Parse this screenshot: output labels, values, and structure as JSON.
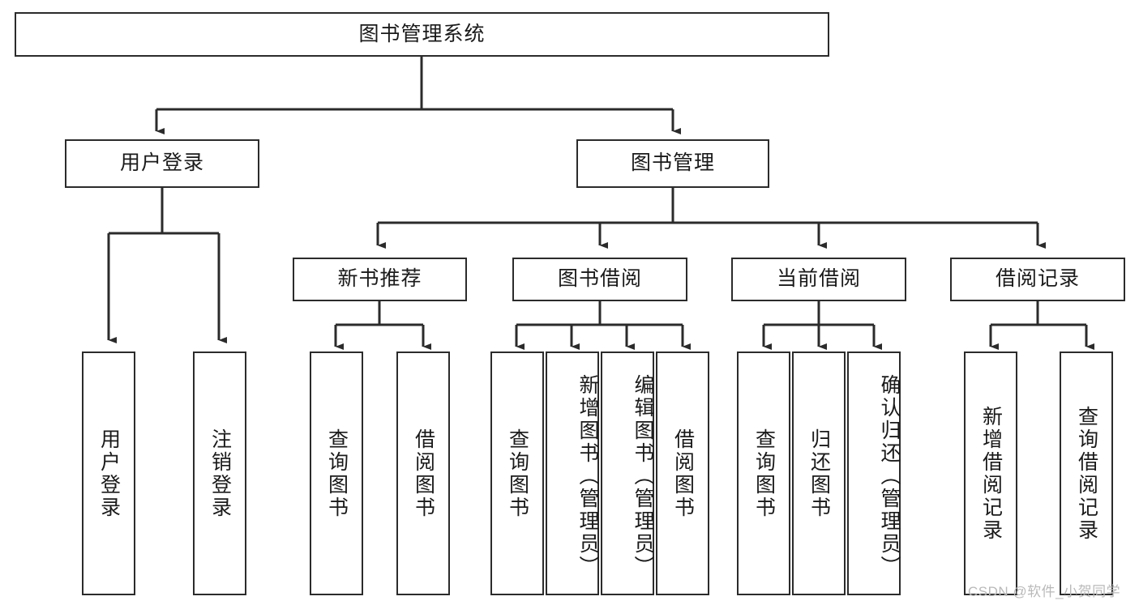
{
  "diagram": {
    "title": "图书管理系统",
    "type": "tree",
    "watermark": "CSDN @软件_小贺同学",
    "colors": {
      "stroke": "#2b2b2b",
      "fill": "#ffffff",
      "text": "#1a1a1a",
      "watermark": "#b9b9b9"
    },
    "levels": {
      "root": {
        "label": "图书管理系统"
      },
      "level1": [
        {
          "label": "用户登录"
        },
        {
          "label": "图书管理"
        }
      ],
      "level2": [
        {
          "label": "新书推荐"
        },
        {
          "label": "图书借阅"
        },
        {
          "label": "当前借阅"
        },
        {
          "label": "借阅记录"
        }
      ]
    },
    "leaves": {
      "user_login": [
        {
          "label": "用户登录"
        },
        {
          "label": "注销登录"
        }
      ],
      "new_book_recommend": [
        {
          "label": "查询图书"
        },
        {
          "label": "借阅图书"
        }
      ],
      "book_borrow": [
        {
          "label": "查询图书"
        },
        {
          "label": "新增图书（管理员）"
        },
        {
          "label": "编辑图书（管理员）"
        },
        {
          "label": "借阅图书"
        }
      ],
      "current_borrow": [
        {
          "label": "查询图书"
        },
        {
          "label": "归还图书"
        },
        {
          "label": "确认归还（管理员）"
        }
      ],
      "borrow_record": [
        {
          "label": "新增借阅记录"
        },
        {
          "label": "查询借阅记录"
        }
      ]
    }
  }
}
